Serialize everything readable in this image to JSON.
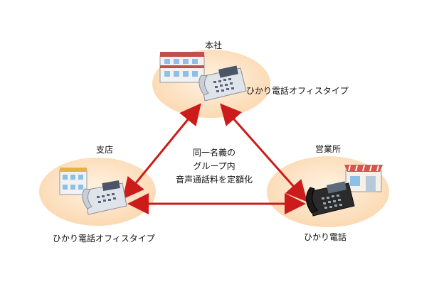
{
  "nodes": {
    "head_office": {
      "name": "本社",
      "phone_label": "ひかり電話オフィスタイプ"
    },
    "branch": {
      "name": "支店",
      "phone_label": "ひかり電話オフィスタイプ"
    },
    "sales_office": {
      "name": "営業所",
      "phone_label": "ひかり電話"
    }
  },
  "center_note": {
    "line1": "同一名義の",
    "line2": "グループ内",
    "line3": "音声通話料を定額化"
  },
  "colors": {
    "ellipse_fill": "#fde3c3",
    "arrow": "#cc1b1b",
    "building_roof": "#c0504d",
    "building_wall": "#f2f2f2",
    "phone_light": "#dfe3ea",
    "phone_dark": "#2b2b2b"
  }
}
